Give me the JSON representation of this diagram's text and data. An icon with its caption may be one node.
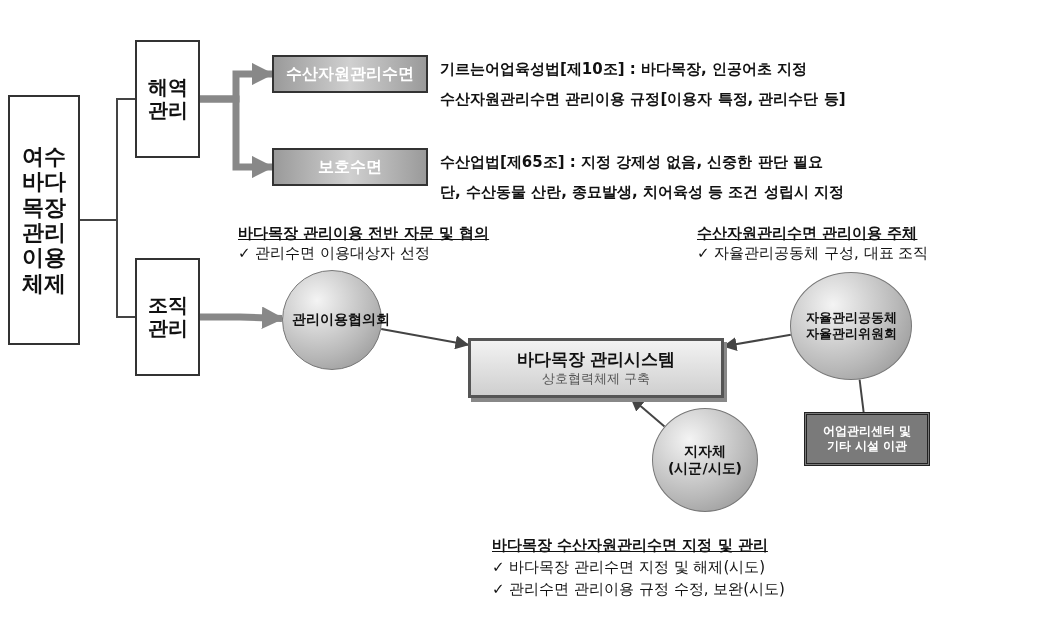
{
  "diagram": {
    "nodes": [
      {
        "text": [
          "여수 바다목장 관리이용 체제"
        ]
      },
      {
        "text": [
          "해역 관리"
        ]
      },
      {
        "text": [
          "조직 관리"
        ]
      },
      {
        "text": [
          "수산자원관리수면"
        ],
        "beside": [
          "기르는어업육성법[제10조] : 바다목장, 인공어초 지정",
          "수산자원관리수면 관리이용 규정[이용자 특정, 관리수단 등]"
        ]
      },
      {
        "text": [
          "보호수면"
        ],
        "beside": [
          "수산업법[제65조] : 지정 강제성 없음, 신중한 판단 필요",
          "단, 수산동물 산란, 종묘발생, 치어육성 등 조건 성립시 지정"
        ]
      },
      {
        "text": [
          "관리이용협의회"
        ],
        "beside": [
          "바다목장 관리이용 전반 자문 및 협의",
          "✓ 관리수면 이용대상자 선정"
        ]
      },
      {
        "text": [
          "바다목장 관리시스템",
          "상호협력체제 구축"
        ]
      },
      {
        "text": [
          "자율관리공동체 자율관리위원회"
        ],
        "beside": [
          "수산자원관리수면 관리이용 주체",
          "✓ 자율관리공동체 구성, 대표 조직"
        ]
      },
      {
        "text": [
          "어업관리센터 및 기타 시설 이관"
        ]
      },
      {
        "text": [
          "지자체 (시군/시도)"
        ],
        "beside": [
          "바다목장 수산자원관리수면 지정 및 관리",
          "✓ 바다목장 관리수면 지정 및 해제(시도)",
          "✓ 관리수면 관리이용 규정 수정, 보완(시도)"
        ]
      }
    ],
    "edges": [
      {
        "from": 0,
        "to": 1,
        "arrow": "none"
      },
      {
        "from": 0,
        "to": 2,
        "arrow": "none"
      },
      {
        "from": 1,
        "to": 3,
        "arrow": "to",
        "style": "thick"
      },
      {
        "from": 1,
        "to": 4,
        "arrow": "to",
        "style": "thick"
      },
      {
        "from": 2,
        "to": 5,
        "arrow": "to",
        "style": "thick"
      },
      {
        "from": 5,
        "to": 6,
        "arrow": "to"
      },
      {
        "from": 7,
        "to": 6,
        "arrow": "to"
      },
      {
        "from": 9,
        "to": 6,
        "arrow": "to"
      },
      {
        "from": 7,
        "to": 8,
        "arrow": "none"
      }
    ]
  }
}
